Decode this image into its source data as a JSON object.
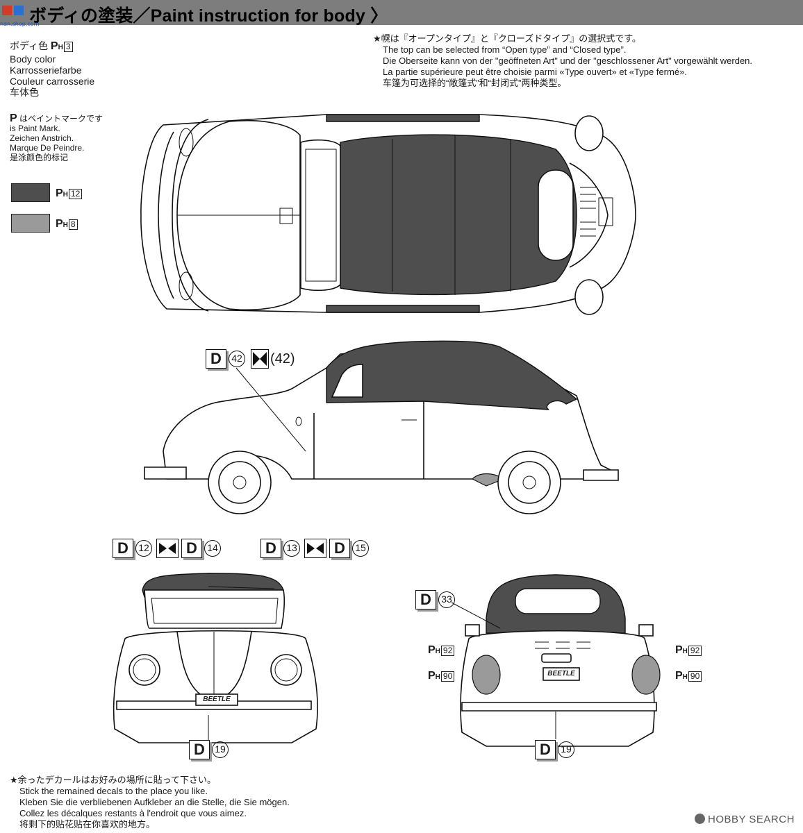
{
  "header": {
    "title": "ボディの塗装／Paint instruction for body 〉",
    "bar_color": "#7d7d7d",
    "watermark": "nan.shop.com"
  },
  "legend": {
    "body_color_code": "3",
    "lines": [
      "Body color",
      "Karrosseriefarbe",
      "Couleur carrosserie",
      "车体色"
    ],
    "first_line": "ボディ色"
  },
  "paint_mark_note": {
    "lines": [
      "はペイントマークです",
      "is Paint Mark.",
      "Zeichen Anstrich.",
      "Marque De Peindre.",
      "是涂颜色的标记"
    ]
  },
  "swatches": [
    {
      "color": "#4e4e4e",
      "code": "12"
    },
    {
      "color": "#9a9a9a",
      "code": "8"
    }
  ],
  "top_note": {
    "lines": [
      "★幌は『オープンタイプ』と『クローズドタイプ』の選択式です。",
      "The top can be selected from “Open type” and “Closed type”.",
      "Die Oberseite kann von der \"geöffneten Art\" und der \"geschlossener Art\" vorgewählt werden.",
      "La partie supérieure peut être choisie parmi «Type ouvert» et «Type fermé».",
      "车篷为可选择的“敞篷式”和“封闭式”两种类型。"
    ]
  },
  "callouts": {
    "side": {
      "d": "42",
      "paren": "42"
    },
    "front_left": {
      "d1": "12",
      "d2": "14"
    },
    "front_right": {
      "d1": "13",
      "d2": "15"
    },
    "front_bottom": {
      "d": "19"
    },
    "rear_top": {
      "d": "33"
    },
    "rear_bottom": {
      "d": "19"
    },
    "rear_ph": [
      "92",
      "90",
      "92",
      "90"
    ]
  },
  "plates": {
    "front": "BEETLE",
    "rear": "BEETLE"
  },
  "bottom_note": {
    "lines": [
      "★余ったデカールはお好みの場所に貼って下さい。",
      "Stick the remained decals to the place you like.",
      "Kleben Sie die verbliebenen Aufkleber an die Stelle, die Sie mögen.",
      "Collez les décalques restants à l'endroit que vous aimez.",
      "将剩下的贴花贴在你喜欢的地方。"
    ]
  },
  "credit": "HOBBY SEARCH",
  "paint_letter": "P",
  "paint_sub": "H",
  "decal_letter": "D"
}
